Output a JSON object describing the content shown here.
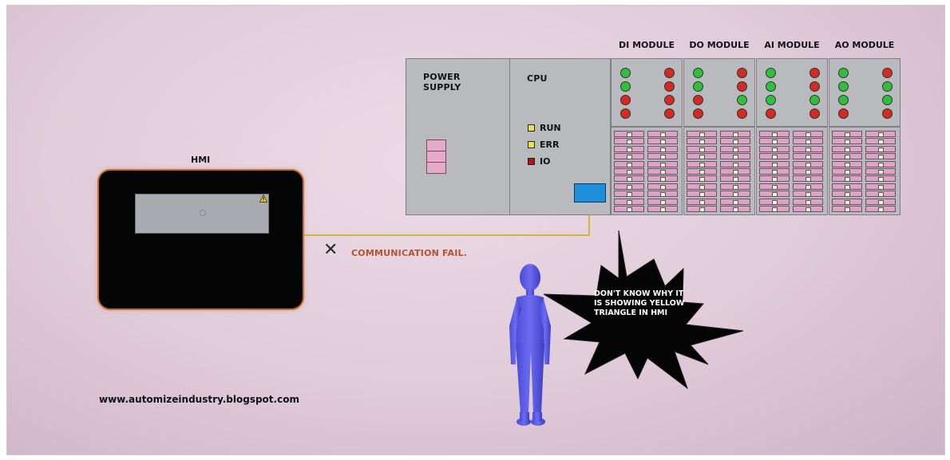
{
  "plc": {
    "power_supply_label": "POWER SUPPLY",
    "cpu_label": "CPU",
    "status_indicators": [
      {
        "label": "RUN",
        "color": "#e6e64a"
      },
      {
        "label": "ERR",
        "color": "#e6e64a"
      },
      {
        "label": "IO",
        "color": "#b01818"
      }
    ],
    "modules": [
      {
        "title": "DI MODULE",
        "leds": [
          "green",
          "red",
          "green",
          "red",
          "red",
          "red",
          "red",
          "red"
        ]
      },
      {
        "title": "DO MODULE",
        "leds": [
          "green",
          "red",
          "green",
          "red",
          "red",
          "green",
          "red",
          "red"
        ]
      },
      {
        "title": "AI MODULE",
        "leds": [
          "green",
          "red",
          "green",
          "red",
          "green",
          "green",
          "red",
          "red"
        ]
      },
      {
        "title": "AO MODULE",
        "leds": [
          "green",
          "red",
          "green",
          "green",
          "green",
          "green",
          "red",
          "red"
        ]
      }
    ],
    "led_colors": {
      "green": "#2fbf3c",
      "red": "#d22a24"
    },
    "accent_port_color": "#1f8fdc"
  },
  "hmi": {
    "label": "HMI",
    "warning_icon": "warning-triangle-icon",
    "border_color": "#c4702c"
  },
  "communication": {
    "status_text": "COMMUNICATION FAIL.",
    "status_icon": "cross-icon",
    "status_color": "#b5542c",
    "cable_color": "#d8b53a"
  },
  "speech_bubble": {
    "text": "DON'T KNOW WHY IT IS SHOWING YELLOW TRIANGLE IN HMI"
  },
  "footer": {
    "website": "www.automizeindustry.blogspot.com"
  }
}
